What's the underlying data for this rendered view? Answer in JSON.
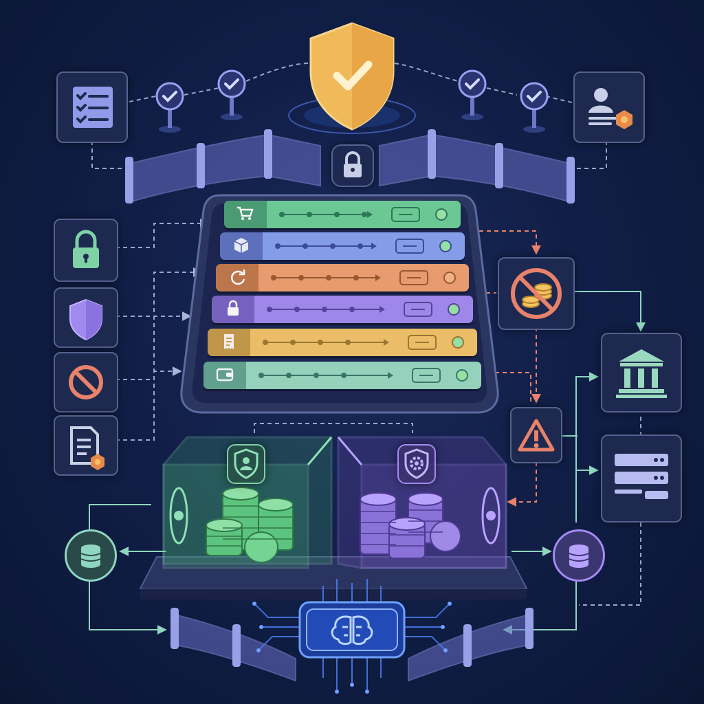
{
  "colors": {
    "background": "#111f48",
    "panel": "#1e2a50",
    "border": "#55628f",
    "green": "#6fcf97",
    "blue": "#8aa2f0",
    "orange": "#f0a070",
    "purple": "#a58af0",
    "yellow": "#f5c46a",
    "teal": "#9ad9c0",
    "red": "#e8826a",
    "gold": "#f2c464",
    "chip": "#3d7ef0"
  },
  "top": {
    "shield_icon": "shield-check-icon",
    "lock_icon": "padlock-icon",
    "left_card_icon": "checklist-icon",
    "right_card_icon": "id-card-badge-icon",
    "check_markers": [
      "check-marker",
      "check-marker",
      "check-marker",
      "check-marker"
    ]
  },
  "left_cards": [
    "padlock-icon",
    "shield-icon",
    "prohibited-icon",
    "document-badge-icon"
  ],
  "rows": [
    {
      "icon": "cart-icon",
      "color": "green"
    },
    {
      "icon": "box-icon",
      "color": "blue"
    },
    {
      "icon": "refresh-icon",
      "color": "orange"
    },
    {
      "icon": "lock-icon",
      "color": "purple"
    },
    {
      "icon": "receipt-icon",
      "color": "yellow"
    },
    {
      "icon": "wallet-icon",
      "color": "teal"
    }
  ],
  "right_cards": [
    "no-coins-icon",
    "warning-icon",
    "bank-icon",
    "server-icon"
  ],
  "vaults": [
    {
      "badge": "user-shield-icon",
      "color": "green"
    },
    {
      "badge": "gear-shield-icon",
      "color": "purple"
    }
  ],
  "nodes": [
    "database-node-left",
    "database-node-right"
  ],
  "chip_icon": "brain-chip-icon"
}
